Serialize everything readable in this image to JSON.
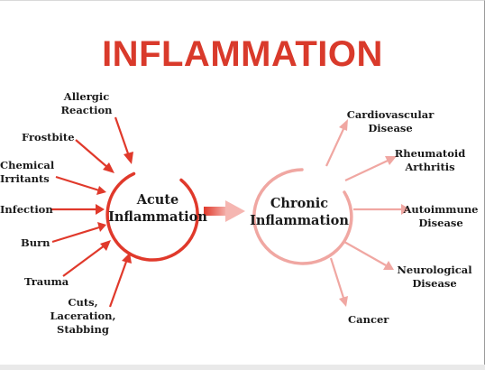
{
  "title": "INFLAMMATION",
  "acute": {
    "label_line1": "Acute",
    "label_line2": "Inflammation"
  },
  "chronic": {
    "label_line1": "Chronic",
    "label_line2": "Inflammation"
  },
  "causes": [
    {
      "line1": "Allergic",
      "line2": "Reaction"
    },
    {
      "line1": "Frostbite"
    },
    {
      "line1": "Chemical",
      "line2": "Irritants"
    },
    {
      "line1": "Infection"
    },
    {
      "line1": "Burn"
    },
    {
      "line1": "Trauma"
    },
    {
      "line1": "Cuts,",
      "line2": "Laceration,",
      "line3": "Stabbing"
    }
  ],
  "diseases": [
    {
      "line1": "Cardiovascular",
      "line2": "Disease"
    },
    {
      "line1": "Rheumatoid",
      "line2": "Arthritis"
    },
    {
      "line1": "Autoimmune",
      "line2": "Disease"
    },
    {
      "line1": "Neurological",
      "line2": "Disease"
    },
    {
      "line1": "Cancer"
    }
  ],
  "colors": {
    "title": "#d93a2b",
    "acute": "#e0392b",
    "chronic": "#f0a7a2",
    "text": "#1a1a1a"
  }
}
